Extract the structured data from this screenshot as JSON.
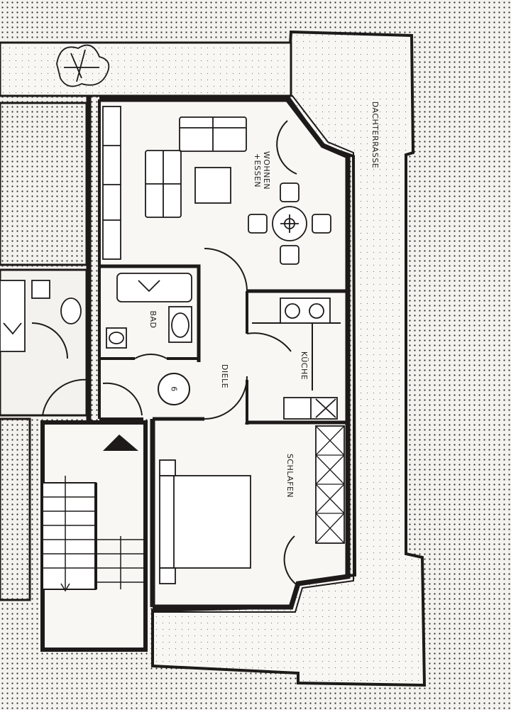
{
  "rooms": {
    "terrace": "DACHTERRASSE",
    "living_line1": "WOHNEN",
    "living_line2": "+ESSEN",
    "bath": "BAD",
    "hall": "DIELE",
    "kitchen": "KÜCHE",
    "bedroom": "SCHLAFEN"
  },
  "unit_number": "6",
  "colors": {
    "wall": "#1e1a1a",
    "paper": "#f4f2ee",
    "dot": "#2a2a2a"
  }
}
